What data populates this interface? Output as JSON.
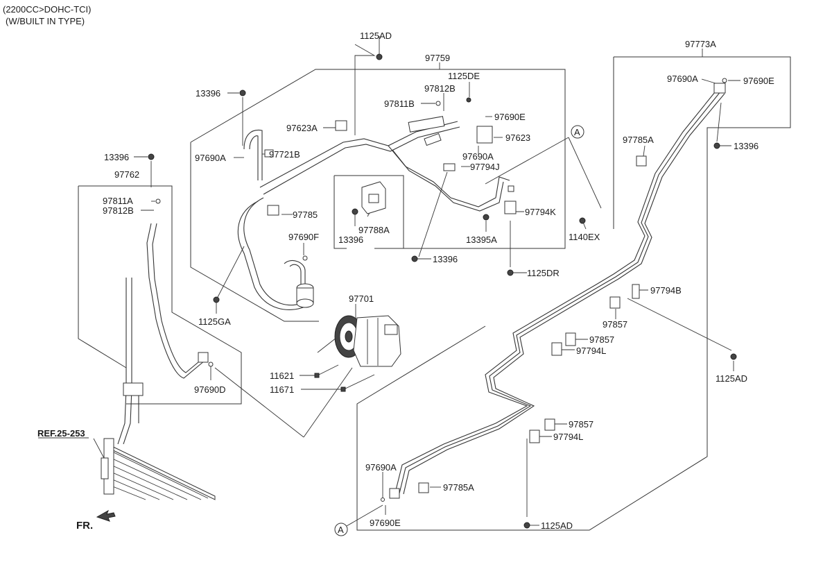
{
  "header": {
    "line1": "(2200CC>DOHC-TCI)",
    "line2": "(W/BUILT IN TYPE)"
  },
  "labels": {
    "p_1125AD_top": "1125AD",
    "p_97759": "97759",
    "p_1125DE": "1125DE",
    "p_97812B_a": "97812B",
    "p_97811B": "97811B",
    "p_97690E_a": "97690E",
    "p_97623A": "97623A",
    "p_97623": "97623",
    "p_13396_a": "13396",
    "p_97690A_a": "97690A",
    "p_97721B": "97721B",
    "p_97690A_b": "97690A",
    "p_97794J": "97794J",
    "p_A_top": "A",
    "p_13396_b": "13396",
    "p_97762": "97762",
    "p_97811A": "97811A",
    "p_97812B_b": "97812B",
    "p_97785": "97785",
    "p_97788A": "97788A",
    "p_13396_c": "13396",
    "p_97794K": "97794K",
    "p_13395A": "13395A",
    "p_1140EX": "1140EX",
    "p_97690F": "97690F",
    "p_13396_d": "13396",
    "p_1125DR": "1125DR",
    "p_1125GA": "1125GA",
    "p_97701": "97701",
    "p_11621": "11621",
    "p_11671": "11671",
    "p_97690D": "97690D",
    "p_REF": "REF.25-253",
    "p_FR": "FR.",
    "p_97773A": "97773A",
    "p_97690A_c": "97690A",
    "p_97690E_b": "97690E",
    "p_13396_e": "13396",
    "p_97785A_a": "97785A",
    "p_97794B": "97794B",
    "p_97857_a": "97857",
    "p_97857_b": "97857",
    "p_97794L_a": "97794L",
    "p_1125AD_r": "1125AD",
    "p_97857_c": "97857",
    "p_97794L_b": "97794L",
    "p_97690A_d": "97690A",
    "p_97785A_b": "97785A",
    "p_97690E_c": "97690E",
    "p_A_bot": "A",
    "p_1125AD_b": "1125AD"
  }
}
